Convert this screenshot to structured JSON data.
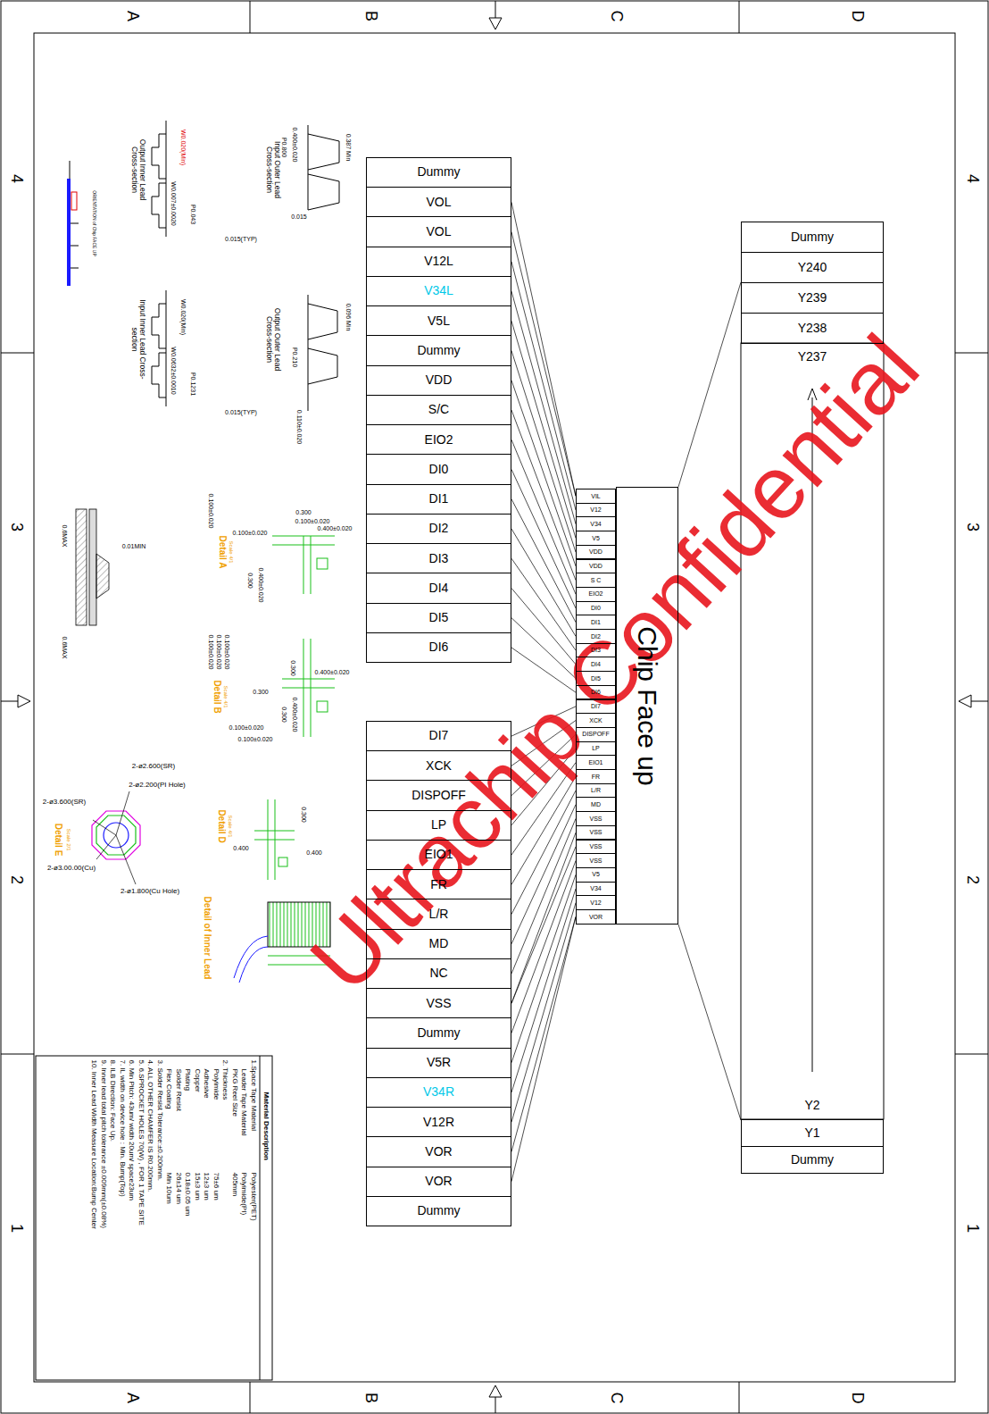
{
  "diagram": {
    "nodes": [
      {
        "text": [
          "Dummy"
        ]
      },
      {
        "text": [
          "VOL"
        ]
      },
      {
        "text": [
          "VOL"
        ]
      },
      {
        "text": [
          "V12L"
        ]
      },
      {
        "text": [
          "V34L"
        ]
      },
      {
        "text": [
          "V5L"
        ]
      },
      {
        "text": [
          "Dummy"
        ]
      },
      {
        "text": [
          "VDD"
        ]
      },
      {
        "text": [
          "S/C"
        ]
      },
      {
        "text": [
          "EIO2"
        ]
      },
      {
        "text": [
          "DI0"
        ]
      },
      {
        "text": [
          "DI1"
        ]
      },
      {
        "text": [
          "DI2"
        ]
      },
      {
        "text": [
          "DI3"
        ]
      },
      {
        "text": [
          "DI4"
        ]
      },
      {
        "text": [
          "DI5"
        ]
      },
      {
        "text": [
          "DI6"
        ]
      },
      {
        "text": [
          "DI7"
        ]
      },
      {
        "text": [
          "XCK"
        ]
      },
      {
        "text": [
          "DISPOFF"
        ]
      },
      {
        "text": [
          "LP"
        ]
      },
      {
        "text": [
          "EIO1"
        ]
      },
      {
        "text": [
          "FR"
        ]
      },
      {
        "text": [
          "L/R"
        ]
      },
      {
        "text": [
          "MD"
        ]
      },
      {
        "text": [
          "NC"
        ]
      },
      {
        "text": [
          "VSS"
        ]
      },
      {
        "text": [
          "Dummy"
        ]
      },
      {
        "text": [
          "V5R"
        ]
      },
      {
        "text": [
          "V34R"
        ]
      },
      {
        "text": [
          "V12R"
        ]
      },
      {
        "text": [
          "VOR"
        ]
      },
      {
        "text": [
          "VOR"
        ]
      },
      {
        "text": [
          "Dummy"
        ]
      },
      {
        "text": [
          "Chip Face up"
        ]
      },
      {
        "text": [
          "VIL"
        ]
      },
      {
        "text": [
          "V12"
        ]
      },
      {
        "text": [
          "V34"
        ]
      },
      {
        "text": [
          "V5"
        ]
      },
      {
        "text": [
          "VDD"
        ]
      },
      {
        "text": [
          "VDD"
        ]
      },
      {
        "text": [
          "S C"
        ]
      },
      {
        "text": [
          "EIO2"
        ]
      },
      {
        "text": [
          "DI0"
        ]
      },
      {
        "text": [
          "DI1"
        ]
      },
      {
        "text": [
          "DI2"
        ]
      },
      {
        "text": [
          "DI3"
        ]
      },
      {
        "text": [
          "DI4"
        ]
      },
      {
        "text": [
          "DI5"
        ]
      },
      {
        "text": [
          "DI6"
        ]
      },
      {
        "text": [
          "DI7"
        ]
      },
      {
        "text": [
          "XCK"
        ]
      },
      {
        "text": [
          "DISPOFF"
        ]
      },
      {
        "text": [
          "LP"
        ]
      },
      {
        "text": [
          "EIO1"
        ]
      },
      {
        "text": [
          "FR"
        ]
      },
      {
        "text": [
          "L/R"
        ]
      },
      {
        "text": [
          "MD"
        ]
      },
      {
        "text": [
          "VSS"
        ]
      },
      {
        "text": [
          "VSS"
        ]
      },
      {
        "text": [
          "VSS"
        ]
      },
      {
        "text": [
          "VSS"
        ]
      },
      {
        "text": [
          "V5"
        ]
      },
      {
        "text": [
          "V34"
        ]
      },
      {
        "text": [
          "V12"
        ]
      },
      {
        "text": [
          "VOR"
        ]
      },
      {
        "text": [
          "Dummy"
        ]
      },
      {
        "text": [
          "Y240"
        ]
      },
      {
        "text": [
          "Y239"
        ]
      },
      {
        "text": [
          "Y238"
        ]
      },
      {
        "text": [
          "Y237"
        ]
      },
      {
        "text": [
          "Y2"
        ]
      },
      {
        "text": [
          "Y1"
        ]
      },
      {
        "text": [
          "Dummy"
        ]
      }
    ],
    "edges": [
      {
        "from": 1,
        "to": 35,
        "arrow": "none"
      },
      {
        "from": 2,
        "to": 35,
        "arrow": "none"
      },
      {
        "from": 3,
        "to": 36,
        "arrow": "none"
      },
      {
        "from": 4,
        "to": 37,
        "arrow": "none"
      },
      {
        "from": 5,
        "to": 38,
        "arrow": "none"
      },
      {
        "from": 6,
        "to": 39,
        "arrow": "none"
      },
      {
        "from": 7,
        "to": 40,
        "arrow": "none"
      },
      {
        "from": 8,
        "to": 41,
        "arrow": "none"
      },
      {
        "from": 9,
        "to": 42,
        "arrow": "none"
      },
      {
        "from": 10,
        "to": 43,
        "arrow": "none"
      },
      {
        "from": 11,
        "to": 44,
        "arrow": "none"
      },
      {
        "from": 12,
        "to": 45,
        "arrow": "none"
      },
      {
        "from": 13,
        "to": 46,
        "arrow": "none"
      },
      {
        "from": 14,
        "to": 47,
        "arrow": "none"
      },
      {
        "from": 15,
        "to": 48,
        "arrow": "none"
      },
      {
        "from": 16,
        "to": 49,
        "arrow": "none"
      },
      {
        "from": 17,
        "to": 50,
        "arrow": "none"
      },
      {
        "from": 18,
        "to": 51,
        "arrow": "none"
      },
      {
        "from": 19,
        "to": 52,
        "arrow": "none"
      },
      {
        "from": 20,
        "to": 53,
        "arrow": "none"
      },
      {
        "from": 21,
        "to": 54,
        "arrow": "none"
      },
      {
        "from": 22,
        "to": 55,
        "arrow": "none"
      },
      {
        "from": 23,
        "to": 56,
        "arrow": "none"
      },
      {
        "from": 24,
        "to": 57,
        "arrow": "none"
      },
      {
        "from": 25,
        "to": 58,
        "arrow": "none"
      },
      {
        "from": 26,
        "to": 59,
        "arrow": "none"
      },
      {
        "from": 26,
        "to": 60,
        "arrow": "none"
      },
      {
        "from": 27,
        "to": 61,
        "arrow": "none"
      },
      {
        "from": 28,
        "to": 62,
        "arrow": "none"
      },
      {
        "from": 29,
        "to": 63,
        "arrow": "none"
      },
      {
        "from": 30,
        "to": 64,
        "arrow": "none"
      },
      {
        "from": 31,
        "to": 65,
        "arrow": "none"
      },
      {
        "from": 32,
        "to": 65,
        "arrow": "none"
      },
      {
        "from": 34,
        "to": 68,
        "arrow": "none"
      },
      {
        "from": 34,
        "to": 71,
        "arrow": "none"
      }
    ],
    "labels": [
      "A",
      "B",
      "C",
      "D",
      "A",
      "B",
      "C",
      "D",
      "4",
      "3",
      "2",
      "1",
      "4",
      "3",
      "2",
      "1",
      "Output Inner Lead Cross-section",
      "W0.020(Min)",
      "P0.043",
      "W0.007±0.0020",
      "0.015(TYP)",
      "Input Outer Lead Cross-section",
      "P0.800",
      "0.400±0.020",
      "0.387 Min",
      "0.015",
      "Input Inner Lead Cross-section",
      "W0.020(Min)",
      "P0.1231",
      "W0.0632±0.0010",
      "0.015(TYP)",
      "Output Outer Lead Cross-section",
      "P0.210",
      "0.096 Min",
      "0.110±0.020",
      "0.300",
      "0.100±0.020",
      "0.400±0.020",
      "0.100±0.020",
      "0.100±0.020",
      "Detail A",
      "Scale 4/1",
      "0.300",
      "0.400±0.020",
      "0.100±0.020",
      "0.100±0.020",
      "0.100±0.020",
      "0.300",
      "0.400±0.020",
      "0.300",
      "Detail B",
      "Scale 4/1",
      "0.100±0.020",
      "0.100±0.020",
      "0.300",
      "0.400±0.020",
      "2-ø2.600(SR)",
      "2-ø2.200(PI Hole)",
      "2-ø3.600(SR)",
      "Detail E",
      "Scale 2/1",
      "2-ø3.00.00(Cu)",
      "2-ø1.800(Cu Hole)",
      "Detail D",
      "Scale 4/1",
      "0.300",
      "0.400",
      "0.400",
      "Detail of Inner Lead",
      "0.6MAX",
      "0.01MIN",
      "0.6MAX",
      "ORIENTATION of Chip FACE UP",
      "Ultrachip Confidential",
      "Material Description",
      "1.Space Tape Material",
      "Polyester(PET)",
      "Leader Tape Material",
      "Polyimide(PI)",
      "PKG Reel Size",
      "405mm",
      "2. Thickness",
      "Polyimide",
      "75±6 um",
      "Adhesive",
      "12±3 um",
      "Copper",
      "15±3 um",
      "Plating",
      "0.18±0.05 um",
      "Solder Resist",
      "26±14 um",
      "Flex Coating",
      "Min 10um",
      "3. Solder Resist Tolerance:±0.200mm.",
      "4. ALL OTHER CHAMFER IS R0.200mm.",
      "5. 6.SPROCKET HOLES 70(W) , FOR 1 TAPE SITE",
      "6. Min Pitch: 43um/ width 20um/ space23um",
      "7. IL width on device hole : Min. Bump(Top)",
      "8. ILB Direction: Face Up.",
      "9. Inner lead total pitch tolerance ±0.009mm(±0.08%)",
      "10. Inner Lead Width Measure Location:Bump Center"
    ]
  }
}
